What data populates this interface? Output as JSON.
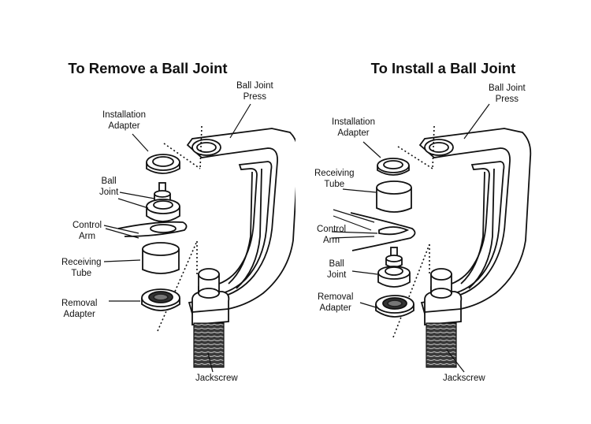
{
  "remove": {
    "title": "To Remove a Ball Joint",
    "labels": {
      "press": [
        "Ball Joint",
        "Press"
      ],
      "installation_adapter": [
        "Installation",
        "Adapter"
      ],
      "ball_joint": [
        "Ball",
        "Joint"
      ],
      "control_arm": [
        "Control",
        "Arm"
      ],
      "receiving_tube": [
        "Receiving",
        "Tube"
      ],
      "removal_adapter": [
        "Removal",
        "Adapter"
      ],
      "jackscrew": "Jackscrew"
    }
  },
  "install": {
    "title": "To Install a Ball Joint",
    "labels": {
      "press": [
        "Ball Joint",
        "Press"
      ],
      "installation_adapter": [
        "Installation",
        "Adapter"
      ],
      "receiving_tube": [
        "Receiving",
        "Tube"
      ],
      "control_arm": [
        "Control",
        "Arm"
      ],
      "ball_joint": [
        "Ball",
        "Joint"
      ],
      "removal_adapter": [
        "Removal",
        "Adapter"
      ],
      "jackscrew": "Jackscrew"
    }
  }
}
